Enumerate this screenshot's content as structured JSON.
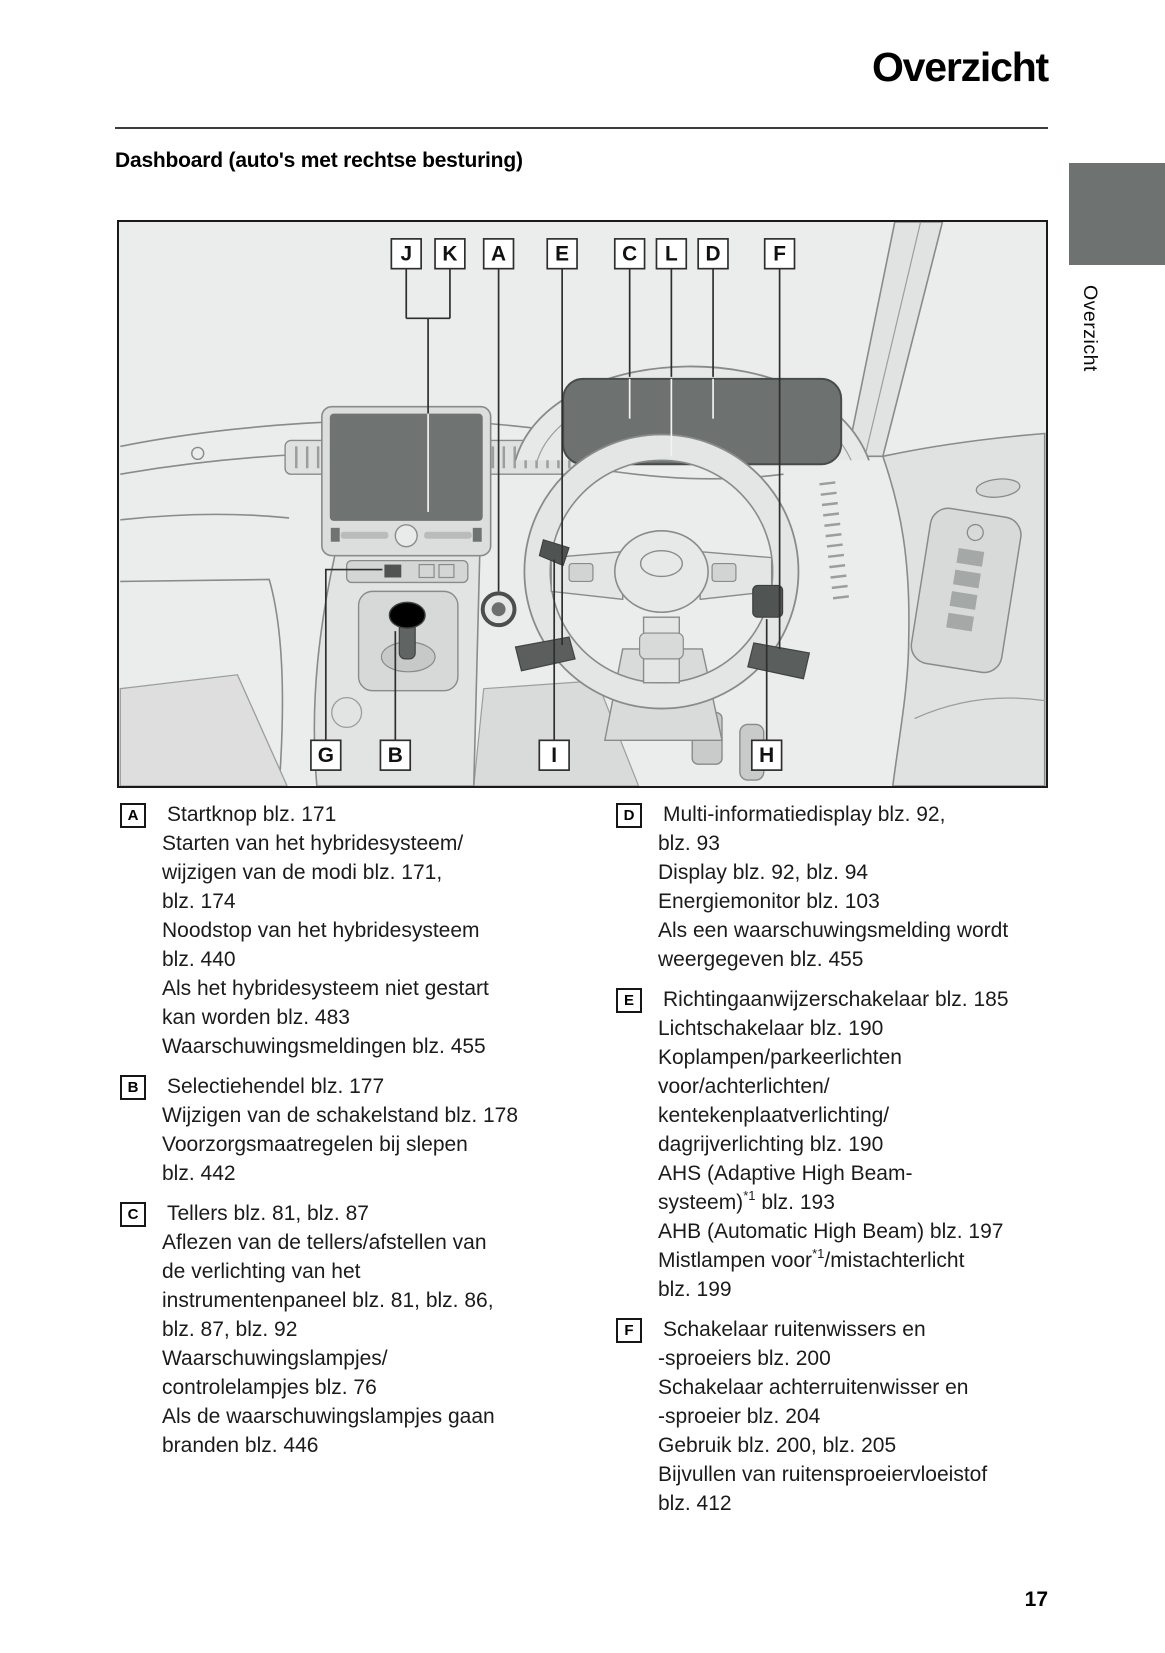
{
  "header": {
    "title": "Overzicht",
    "section_heading": "Dashboard (auto's met rechtse besturing)"
  },
  "side_tab": {
    "label": "Overzicht",
    "color": "#6e7270"
  },
  "footer": {
    "page_number": "17"
  },
  "diagram": {
    "description": "dashboard-right-hand-drive-illustration",
    "top_labels": [
      "J",
      "K",
      "A",
      "E",
      "C",
      "L",
      "D",
      "F"
    ],
    "bottom_labels": [
      "G",
      "B",
      "I",
      "H"
    ]
  },
  "legend": {
    "left": [
      {
        "badge": "A",
        "lines": [
          "Startknop blz. 171",
          "Starten van het hybridesysteem/",
          "wijzigen van de modi blz. 171,",
          "blz. 174",
          "Noodstop van het hybridesysteem",
          "blz. 440",
          "Als het hybridesysteem niet gestart",
          "kan worden blz. 483",
          "Waarschuwingsmeldingen blz. 455"
        ]
      },
      {
        "badge": "B",
        "lines": [
          "Selectiehendel blz. 177",
          "Wijzigen van de schakelstand blz. 178",
          "Voorzorgsmaatregelen bij slepen",
          "blz. 442"
        ]
      },
      {
        "badge": "C",
        "lines": [
          "Tellers blz. 81, blz. 87",
          "Aflezen van de tellers/afstellen van",
          "de verlichting van het",
          "instrumentenpaneel blz. 81, blz. 86,",
          "blz. 87, blz. 92",
          "Waarschuwingslampjes/",
          "controlelampjes blz. 76",
          "Als de waarschuwingslampjes gaan",
          "branden blz. 446"
        ]
      }
    ],
    "right": [
      {
        "badge": "D",
        "lines": [
          "Multi-informatiedisplay blz. 92,",
          "blz. 93",
          "Display blz. 92, blz. 94",
          "Energiemonitor blz. 103",
          "Als een waarschuwingsmelding wordt",
          "weergegeven blz. 455"
        ]
      },
      {
        "badge": "E",
        "lines": [
          "Richtingaanwijzerschakelaar blz. 185",
          "Lichtschakelaar blz. 190",
          "Koplampen/parkeerlichten",
          "voor/achterlichten/",
          "kentekenplaatverlichting/",
          "dagrijverlichting blz. 190",
          "AHS (Adaptive High Beam-",
          [
            "systeem)",
            {
              "sup": "*1"
            },
            " blz. 193"
          ],
          "AHB (Automatic High Beam) blz. 197",
          [
            "Mistlampen voor",
            {
              "sup": "*1"
            },
            "/mistachterlicht"
          ],
          "blz. 199"
        ]
      },
      {
        "badge": "F",
        "lines": [
          "Schakelaar ruitenwissers en",
          "-sproeiers blz. 200",
          "Schakelaar achterruitenwisser en",
          "-sproeier blz. 204",
          "Gebruik blz. 200, blz. 205",
          "Bijvullen van ruitensproeiervloeistof",
          "blz. 412"
        ]
      }
    ]
  }
}
